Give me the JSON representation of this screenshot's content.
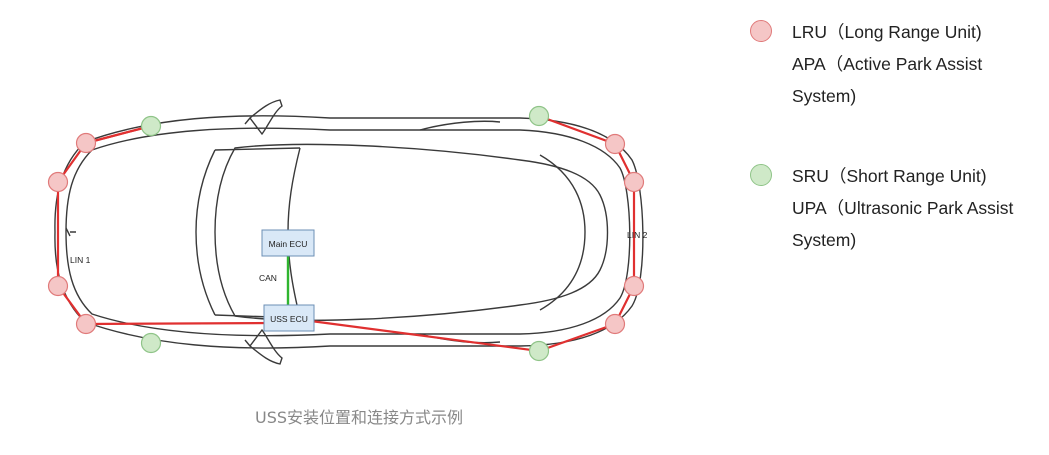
{
  "diagram": {
    "ecu_main": "Main ECU",
    "ecu_uss": "USS ECU",
    "bus_can": "CAN",
    "bus_lin1": "LIN 1",
    "bus_lin2": "LIN 2"
  },
  "caption": "USS安装位置和连接方式示例",
  "legend": {
    "lru": {
      "line1": "LRU（Long Range Unit)",
      "line2": "APA（Active Park Assist",
      "line3": "System)"
    },
    "sru": {
      "line1": "SRU（Short Range Unit)",
      "line2": "UPA（Ultrasonic Park Assist",
      "line3": "System)"
    }
  },
  "colors": {
    "lru_fill": "#f5c6c6",
    "lru_stroke": "#e07a7a",
    "sru_fill": "#cfe9c8",
    "sru_stroke": "#8fc488",
    "wire_red": "#e03030",
    "wire_green": "#2fb52f",
    "ecu_fill": "#d9e8f7",
    "ecu_stroke": "#6c8fb5"
  }
}
